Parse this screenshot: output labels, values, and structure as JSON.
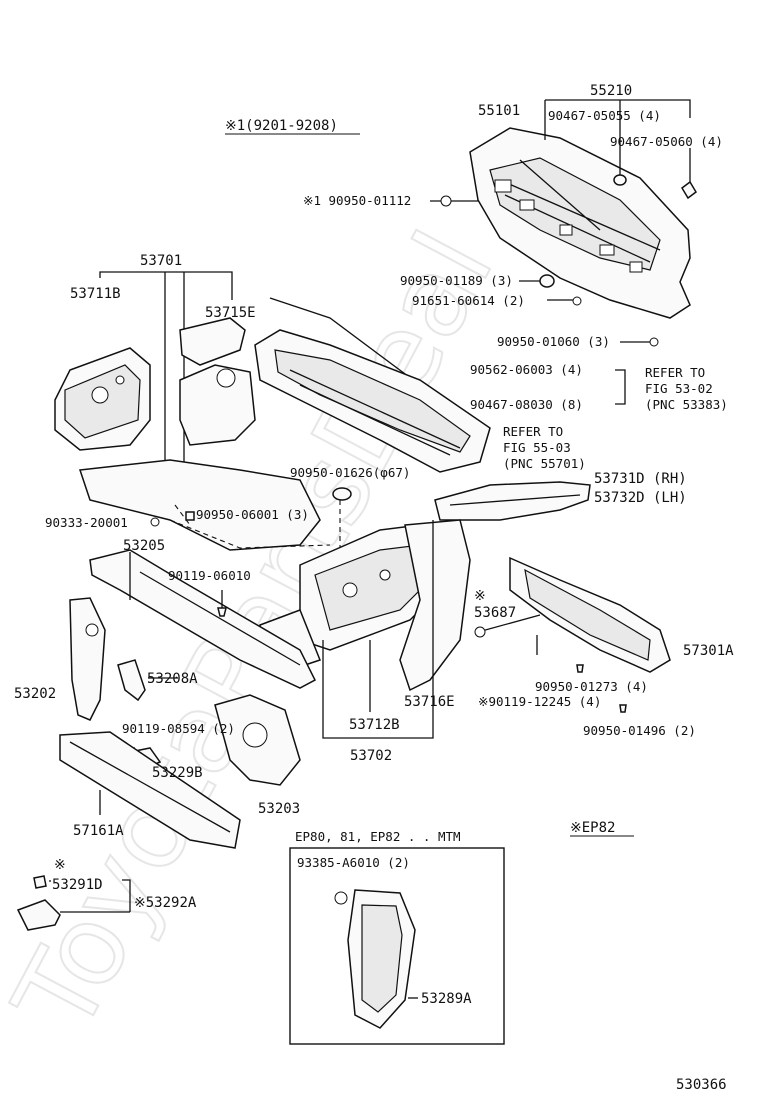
{
  "watermark": "ToyotaPartsDeal",
  "labels": {
    "note_9201_9208": "※1(9201-9208)",
    "p55210": "55210",
    "p55101": "55101",
    "p90467_05055": "90467-05055 (4)",
    "p90467_05060": "90467-05060 (4)",
    "p90950_01112": "※1 90950-01112",
    "p90950_01189": "90950-01189 (3)",
    "p91651_60614": "91651-60614 (2)",
    "p90950_01060": "90950-01060 (3)",
    "p53701": "53701",
    "p53711B": "53711B",
    "p53715E": "53715E",
    "p90562_06003": "90562-06003 (4)",
    "p90467_08030": "90467-08030 (8)",
    "refer1_a": "REFER TO",
    "refer1_b": "FIG 53-02",
    "refer1_c": "(PNC 53383)",
    "refer2_a": "REFER TO",
    "refer2_b": "FIG 55-03",
    "refer2_c": "(PNC 55701)",
    "p90950_01626": "90950-01626(φ67)",
    "p53731D": "53731D (RH)",
    "p53732D": "53732D (LH)",
    "p90333_20001": "90333-20001",
    "p90950_06001": "90950-06001 (3)",
    "p53205": "53205",
    "p90119_06010": "90119-06010",
    "p53687": "53687",
    "p53687_mark": "※",
    "p57301A": "57301A",
    "p53202": "53202",
    "p53208A": "53208A",
    "p53716E": "53716E",
    "p90119_12245": "※90119-12245 (4)",
    "p90950_01273": "90950-01273 (4)",
    "p90950_01496": "90950-01496 (2)",
    "p53712B": "53712B",
    "p90119_08594": "90119-08594 (2)",
    "p53229B": "53229B",
    "p53702": "53702",
    "p53203": "53203",
    "p57161A": "57161A",
    "box_title": "EP80, 81, EP82 . . MTM",
    "note_ep82": "※EP82",
    "p53291D_mark": "※",
    "p53291D": "53291D",
    "p53292A": "※53292A",
    "p93385_A6010": "93385-A6010 (2)",
    "p53289A": "53289A",
    "figure_no": "530366"
  }
}
